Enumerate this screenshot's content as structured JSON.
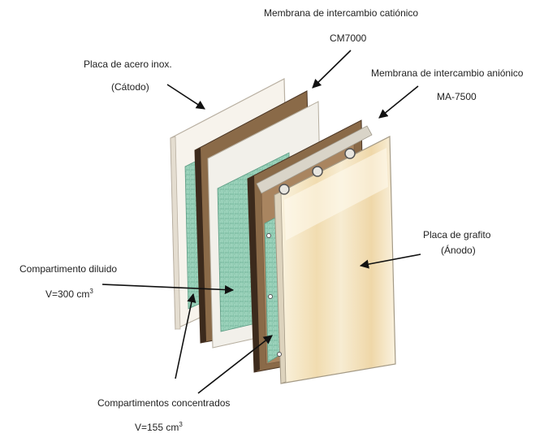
{
  "labels": {
    "cation_membrane": "Membrana de intercambio catiónico",
    "cation_membrane_code": "CM7000",
    "steel_plate": "Placa de acero inox.",
    "cathode": "(Cátodo)",
    "anion_membrane": "Membrana de intercambio aniónico",
    "anion_membrane_code": "MA-7500",
    "graphite_plate": "Placa de grafito",
    "anode": "(Ánodo)",
    "diluted_compartment": "Compartimento diluido",
    "diluted_volume": "V=300 cm",
    "diluted_volume_exp": "3",
    "concentrated_compartments": "Compartimentos concentrados",
    "concentrated_volume": "V=155 cm",
    "concentrated_volume_exp": "3"
  },
  "colors": {
    "steel_plate_fill": "#f7f3ec",
    "membrane_brown": "#8a6a48",
    "membrane_dark": "#3c2a1c",
    "compartment_green": "#8dc9b0",
    "graphite_fill": "#f4ecd6",
    "arrow": "#111111"
  }
}
